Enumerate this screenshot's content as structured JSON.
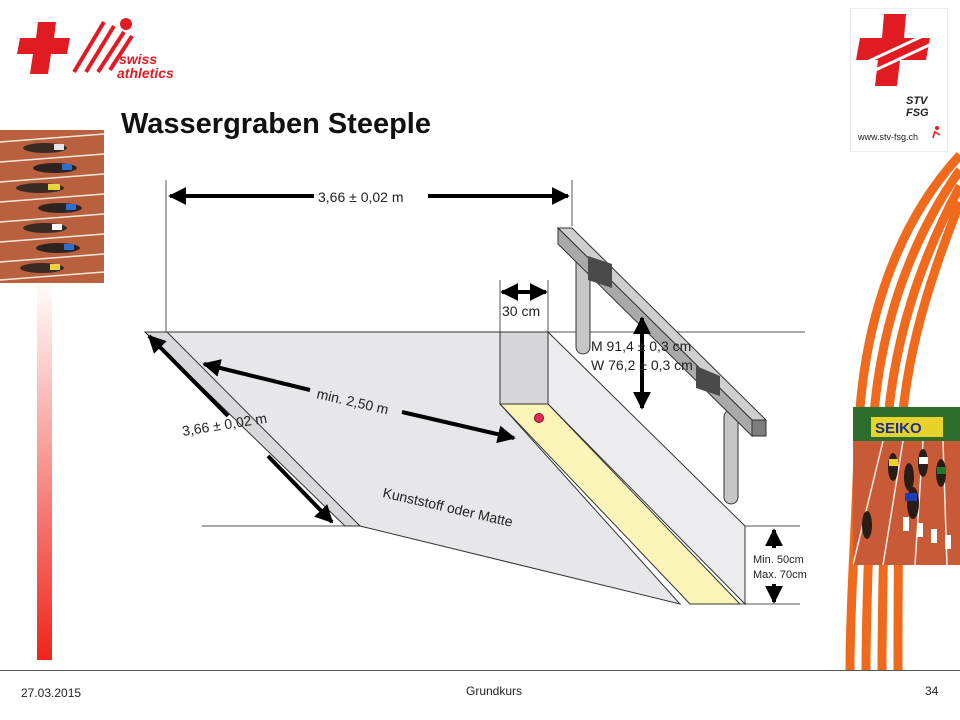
{
  "header": {
    "title": "Wassergraben Steeple",
    "logo_left": {
      "line1": "swiss",
      "line2": "athletics"
    },
    "logo_right": {
      "line1": "STV",
      "line2": "FSG",
      "url": "www.stv-fsg.ch"
    }
  },
  "diagram": {
    "top_width": "3,66 ± 0,02 m",
    "side_width": "3,66 ± 0,02 m",
    "min_length": "min. 2,50 m",
    "step_width": "30 cm",
    "hurdle_height_m": "M 91,4 ± 0,3 cm",
    "hurdle_height_w": "W 76,2 ± 0,3 cm",
    "surface": "Kunststoff oder Matte",
    "depth_min": "Min. 50cm",
    "depth_max": "Max. 70cm"
  },
  "photo_right": {
    "board_text": "SEIKO"
  },
  "footer": {
    "date": "27.03.2015",
    "course": "Grundkurs",
    "page": "34"
  },
  "colors": {
    "track": "#ef6a1c",
    "swiss_red": "#e11b22",
    "water_stripe": "#fbf4b8",
    "basin": "#e7e7ea"
  }
}
